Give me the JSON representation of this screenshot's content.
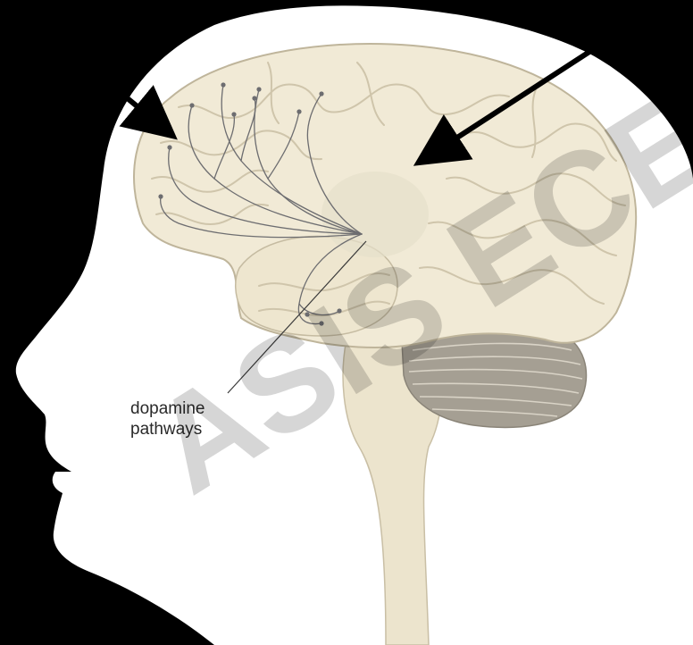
{
  "diagram": {
    "label_line1": "dopamine",
    "label_line2": "pathways",
    "watermark": "ASIS ECE",
    "colors": {
      "background": "#000000",
      "head": "#ffffff",
      "brain": "#f1ead6",
      "brain_fold": "#cfc5ab",
      "cerebellum": "#a59f93",
      "brainstem": "#ece4cd",
      "pathway": "#6d6d70",
      "arrow": "#000000"
    }
  }
}
